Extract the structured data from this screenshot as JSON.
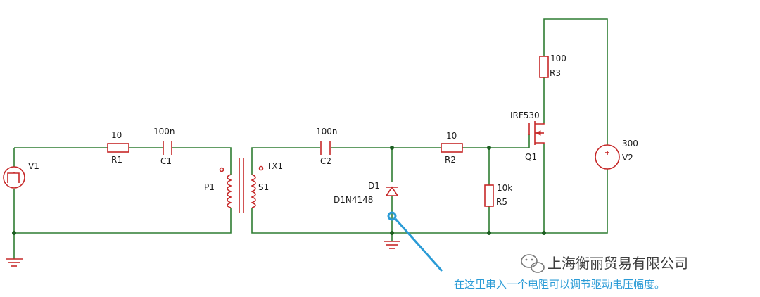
{
  "components": {
    "v1": {
      "ref": "V1"
    },
    "r1": {
      "ref": "R1",
      "value": "10"
    },
    "c1": {
      "ref": "C1",
      "value": "100n"
    },
    "tx1": {
      "ref": "TX1",
      "primary": "P1",
      "secondary": "S1"
    },
    "c2": {
      "ref": "C2",
      "value": "100n"
    },
    "d1": {
      "ref": "D1",
      "value": "D1N4148"
    },
    "r2": {
      "ref": "R2",
      "value": "10"
    },
    "r5": {
      "ref": "R5",
      "value": "10k"
    },
    "q1": {
      "ref": "Q1",
      "value": "IRF530"
    },
    "r3": {
      "ref": "R3",
      "value": "100"
    },
    "v2": {
      "ref": "V2",
      "value": "300"
    }
  },
  "annotation": {
    "text": "在这里串入一个电阻可以调节驱动电压幅度。",
    "color": "#2a9bd6"
  },
  "watermark": {
    "text": "上海衡丽贸易有限公司",
    "icon": "wechat-icon"
  },
  "colors": {
    "wire": "#2e7d32",
    "part": "#c62828",
    "annotation": "#2a9bd6"
  }
}
